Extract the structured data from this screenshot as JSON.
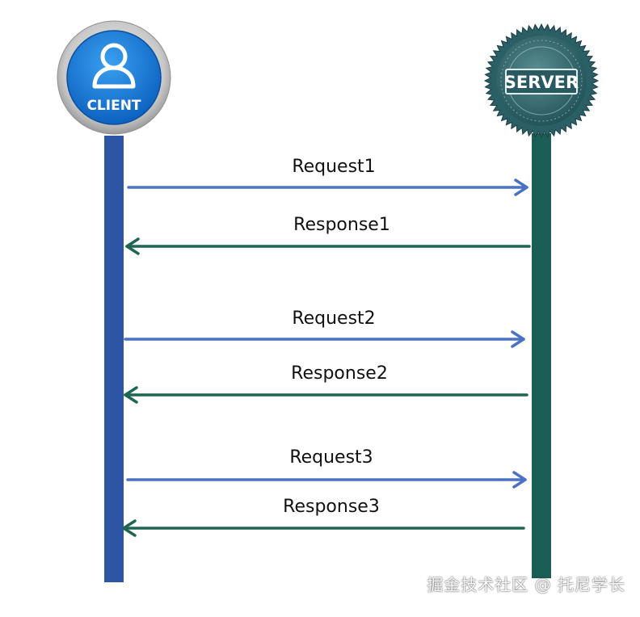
{
  "participants": {
    "client": {
      "label": "CLIENT",
      "color": "#2E55A3",
      "badge_color": "#1E7CD6",
      "icon": "user-icon"
    },
    "server": {
      "label": "SERVER",
      "color": "#1A5E55",
      "badge_color": "#2F6B71",
      "icon": "seal-icon"
    }
  },
  "messages": [
    {
      "label": "Request1",
      "direction": "client-to-server",
      "color": "#4A72C4"
    },
    {
      "label": "Response1",
      "direction": "server-to-client",
      "color": "#1E6652"
    },
    {
      "label": "Request2",
      "direction": "client-to-server",
      "color": "#4A72C4"
    },
    {
      "label": "Response2",
      "direction": "server-to-client",
      "color": "#1E6652"
    },
    {
      "label": "Request3",
      "direction": "client-to-server",
      "color": "#4A72C4"
    },
    {
      "label": "Response3",
      "direction": "server-to-client",
      "color": "#1E6652"
    }
  ],
  "watermark": "掘金技术社区 @ 托尼学长"
}
